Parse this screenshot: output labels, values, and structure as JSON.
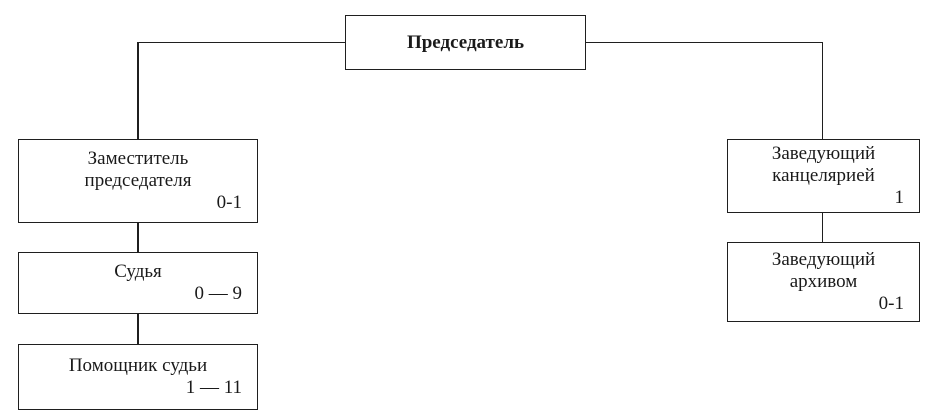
{
  "chart": {
    "root": {
      "label": "Председатель"
    },
    "deputy": {
      "line1": "Заместитель",
      "line2": "председателя",
      "count": "0-1"
    },
    "judge": {
      "line1": "Судья",
      "count": "0 — 9"
    },
    "assistant": {
      "line1": "Помощник судьи",
      "count": "1 — 11"
    },
    "office": {
      "line1": "Заведующий",
      "line2": "канцелярией",
      "count": "1"
    },
    "archive": {
      "line1": "Заведующий",
      "line2": "архивом",
      "count": "0-1"
    }
  }
}
